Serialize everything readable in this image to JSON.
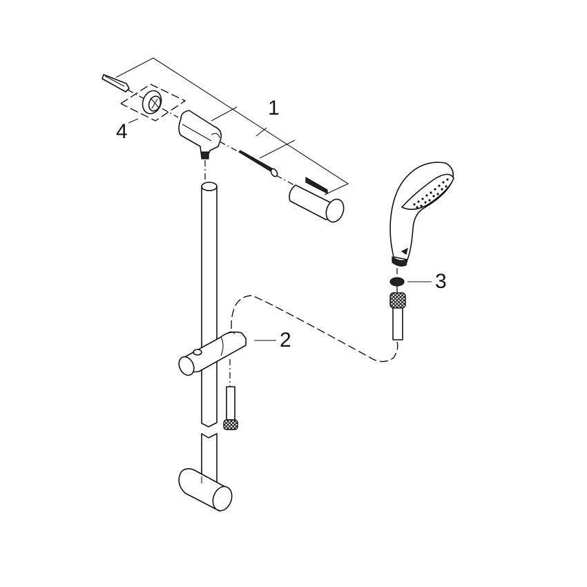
{
  "diagram": {
    "type": "exploded-parts-view",
    "subject": "shower rail set",
    "callouts": [
      {
        "id": "1",
        "label": "1",
        "part": "wall bracket assembly (holder, screw, dowel, cover cap)"
      },
      {
        "id": "2",
        "label": "2",
        "part": "sliding handshower holder"
      },
      {
        "id": "3",
        "label": "3",
        "part": "sealing washer"
      },
      {
        "id": "4",
        "label": "4",
        "part": "spacer ring / wall washer"
      }
    ],
    "components": [
      "wall dowel",
      "spacer ring",
      "upper wall bracket",
      "screw",
      "cover cap",
      "shower rail",
      "slider",
      "hose connector",
      "lower wall bracket",
      "hand shower",
      "washer",
      "hose nut",
      "shower hose"
    ],
    "colors": {
      "line": "#111111",
      "background": "#ffffff"
    }
  }
}
